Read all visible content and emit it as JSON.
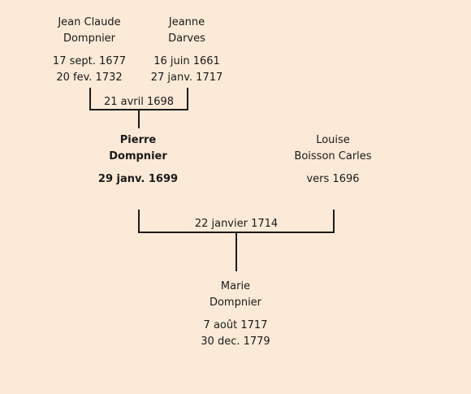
{
  "persons": {
    "father_jean_claude": {
      "first": "Jean Claude",
      "last": "Dompnier",
      "birth": "17 sept. 1677",
      "death": "20 fev. 1732"
    },
    "mother_jeanne": {
      "first": "Jeanne",
      "last": "Darves",
      "birth": "16 juin 1661",
      "death": "27 janv. 1717"
    },
    "pierre": {
      "first": "Pierre",
      "last": "Dompnier",
      "birth": "29 janv. 1699"
    },
    "louise": {
      "first": "Louise",
      "last": "Boisson Carles",
      "birth": "vers 1696"
    },
    "marie": {
      "first": "Marie",
      "last": "Dompnier",
      "birth": "7 août 1717",
      "death": "30 dec. 1779"
    }
  },
  "marriages": {
    "parents": "21 avril 1698",
    "pierre_louise": "22 janvier 1714"
  },
  "colors": {
    "background": "#fbead7",
    "text": "#1a1a1a"
  }
}
